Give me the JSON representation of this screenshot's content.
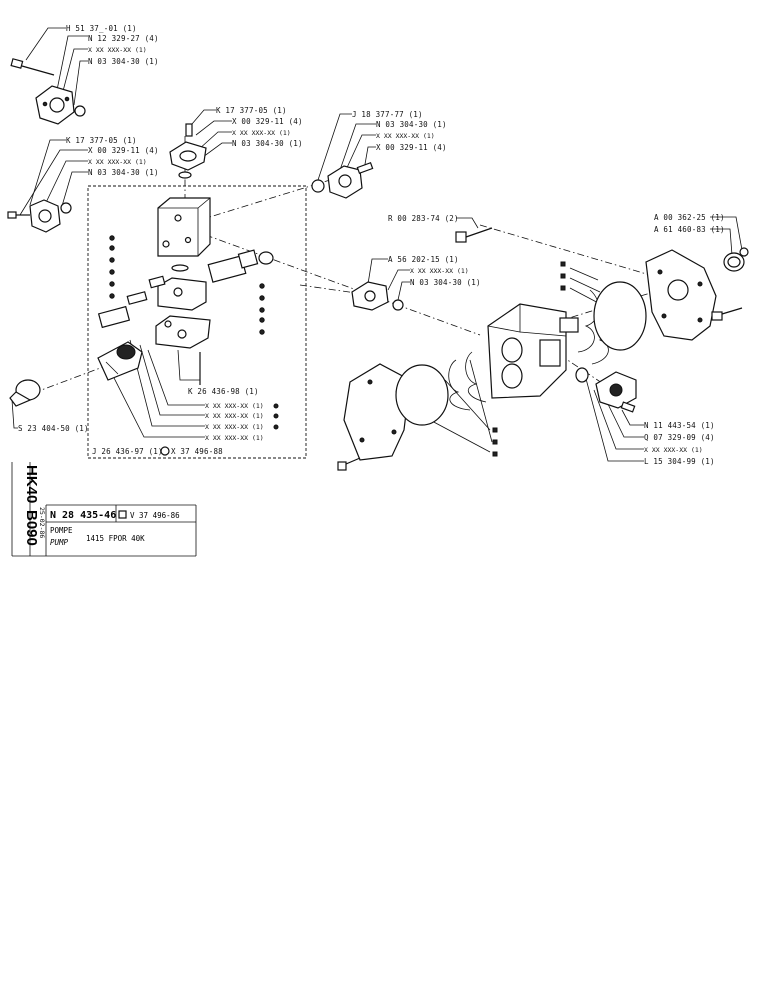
{
  "callouts": {
    "top_left": [
      "H 51 37_-01 (1)",
      "N 12 329-27 (4)",
      "X XX XXX-XX (1)",
      "N 03 304-30 (1)"
    ],
    "left_mid": [
      "K 17 377-05 (1)",
      "X 00 329-11 (4)",
      "X XX XXX-XX (1)",
      "N 03 304-30 (1)"
    ],
    "center_top": [
      "K 17 377-05 (1)",
      "X 00 329-11 (4)",
      "X XX XXX-XX (1)",
      "N 03 304-30 (1)"
    ],
    "right_top": [
      "J 18 377-77 (1)",
      "N 03 304-30 (1)",
      "X XX XXX-XX (1)",
      "X 00 329-11 (4)"
    ],
    "bolt": "R 00 283-74 (2)",
    "far_right": [
      "A 00 362-25 (1)",
      "A 61 460-83 (1)"
    ],
    "mid_flange": [
      "A 56 202-15 (1)",
      "X XX XXX-XX (1)",
      "N 03 304-30 (1)"
    ],
    "valve": "K 26 436-98 (1)",
    "valve_kits": [
      "X XX XXX-XX (1)",
      "X XX XXX-XX (1)",
      "X XX XXX-XX (1)",
      "X XX XXX-XX (1)"
    ],
    "cap": "S 23 404-50 (1)",
    "box_bottom": [
      "J 26 436-97 (1)",
      "X 37 496-88"
    ],
    "right_bottom": [
      "N 11 443-54 (1)",
      "Q 07 329-09 (4)",
      "X XX XXX-XX (1)",
      "L 15 304-99 (1)"
    ]
  },
  "title_block": {
    "series": "HK40",
    "page": "B090",
    "date": "25-02-86",
    "part_number": "N 28 435-46",
    "ref": "V 37 496-86",
    "name_fr": "POMPE",
    "name_en": "PUMP",
    "spec": "1415   FPOR   40K"
  },
  "colors": {
    "ink": "#111111",
    "paper": "#ffffff"
  }
}
